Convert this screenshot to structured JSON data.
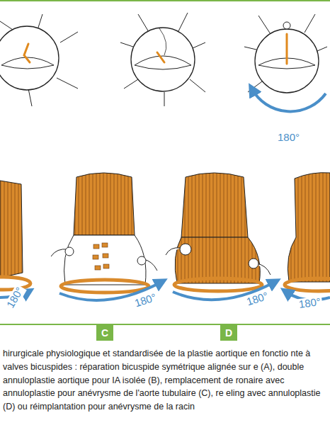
{
  "diagram": {
    "caption": "hirurgicale physiologique et standardisée de la plastie aortique en fonctio nte à valves bicuspides : réparation bicuspide symétrique alignée sur e (A), double annuloplastie aortique pour IA isolée (B), remplacement de ronaire avec annuloplastie pour anévrysme de l'aorte tubulaire (C), re eling avec annuloplastie (D) ou réimplantation pour anévrysme de la racin",
    "nodes": [
      {
        "text": [
          "C"
        ]
      },
      {
        "text": [
          "D"
        ]
      }
    ],
    "labels": [
      "180°",
      "180°",
      "180°",
      "180°",
      "180°"
    ]
  }
}
